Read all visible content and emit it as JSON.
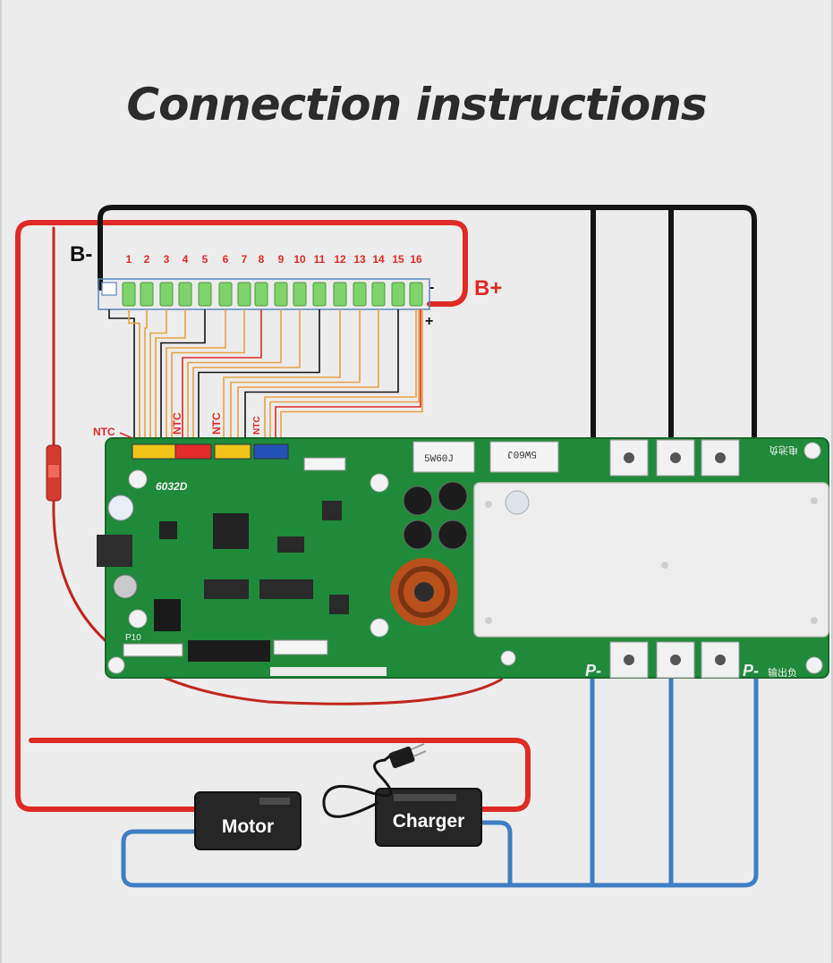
{
  "title": "Connection instructions",
  "labels": {
    "b_minus": "B-",
    "b_plus": "B+",
    "cell_minus": "-",
    "cell_plus": "+",
    "ntc": "NTC",
    "board_model": "6032D",
    "resistor_1": "5W60J",
    "resistor_2": "5W60J",
    "p10": "P10",
    "p_minus": "P-",
    "output_negative": "输出负",
    "battery_negative": "电池负",
    "motor": "Motor",
    "charger": "Charger"
  },
  "cell_numbers": [
    "1",
    "2",
    "3",
    "4",
    "5",
    "6",
    "7",
    "8",
    "9",
    "10",
    "11",
    "12",
    "13",
    "14",
    "15",
    "16"
  ],
  "colors": {
    "wire_red": "#e02a24",
    "wire_black": "#141414",
    "wire_blue": "#3d7ec4",
    "wire_orange": "#e8a244",
    "pcb_green": "#1f8a3a",
    "heatsink": "#ededed",
    "cell_green": "#7ed36b"
  }
}
